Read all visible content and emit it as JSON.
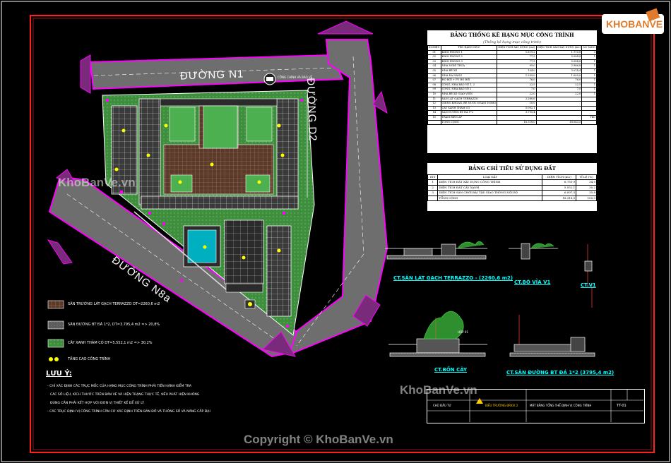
{
  "roads": {
    "n1": "ĐƯỜNG N1",
    "d2": "ĐƯỜNG D2",
    "n8a": "ĐƯỜNG N8a"
  },
  "logo": {
    "text": "KHOBANVE"
  },
  "watermarks": {
    "left": "KhoBanVe.vn",
    "bottom_right": "KhoBanVe.vn",
    "copyright": "Copyright © KhoBanVe.vn"
  },
  "table1": {
    "title": "BẢNG THỐNG KÊ HẠNG MỤC CÔNG TRÌNH",
    "subtitle": "(Thống kê hạng mục công trình)",
    "headers": [
      "KÍ HIỆU",
      "TÊN HẠNG MỤC",
      "DIỆN TÍCH XÂY DỰNG (m2)",
      "DIỆN TÍCH SÀN XÂY DỰNG (m2)",
      "SỐ TẦNG"
    ],
    "rows": [
      [
        "01",
        "KHỐI PHÒNG 1",
        "1.819,2",
        "1.710,8",
        "3"
      ],
      [
        "02",
        "KHỐI PHÒNG 2",
        "77,5",
        "5.084,8",
        "1"
      ],
      [
        "03",
        "KHỐI PHÒNG 3",
        "77,5",
        "5.084,8",
        "1"
      ],
      [
        "04",
        "NHÀ NGHỈ TRƯA",
        "99,0",
        "2.986,8",
        "1"
      ],
      [
        "05",
        "NHÀ BỂ XE",
        "104,0",
        "3.014,4",
        "1"
      ],
      [
        "06",
        "NHÀ ĐA NĂNG",
        "1.209,0",
        "1.009,0",
        "1"
      ],
      [
        "07",
        "HỒ BƠI + PV HỒ BƠI",
        "76,0",
        "76,0",
        "1"
      ],
      [
        "08",
        "CỔNG, NHÀ BẢO VỆ 1, 2",
        "22,5",
        "22,5",
        "1"
      ],
      [
        "09",
        "CỔNG, NHÀ BẢO VỆ 2",
        "7,0",
        "7,0",
        "1"
      ],
      [
        "10",
        "NHÀ BỂ XE GIÁO VIÊN",
        "22,0",
        "22,0",
        "1"
      ],
      [
        "11",
        "SÂN LÁT GẠCH TERRAZZO",
        "2.260,6",
        "",
        ""
      ],
      [
        "12",
        "GIẾNG KHOAN, BỂ NƯỚC NGẦM 100M3",
        "10,0",
        "",
        ""
      ],
      [
        "13",
        "CÂY XANH THẢM CỎ",
        "5.002,1",
        "",
        ""
      ],
      [
        "14",
        "SÂN ĐƯỜNG BT ĐÁ 1*2",
        "3.795,4",
        "",
        ""
      ],
      [
        "15",
        "TRẠM BIẾN ÁP",
        "",
        "",
        "TKC"
      ]
    ],
    "total": [
      "",
      "TỔNG CỘNG",
      "16.318,0",
      "18.043,5",
      ""
    ]
  },
  "table2": {
    "title": "BẢNG CHỈ TIÊU SỬ DỤNG ĐẤT",
    "headers": [
      "STT",
      "LOẠI ĐẤT",
      "DIỆN TÍCH (m2)",
      "TỈ LỆ (%)"
    ],
    "rows": [
      [
        "1",
        "DIỆN TÍCH ĐẤT XÂY DỰNG CÔNG TRÌNH",
        "6.750,9",
        "34,0"
      ],
      [
        "2",
        "DIỆN TÍCH ĐẤT CÂY XANH",
        "5.552,1",
        "30,2"
      ],
      [
        "3",
        "DIỆN TÍCH SÂN CHƠI BÃI TẬP, GIAO THÔNG NỘI BỘ",
        "6.097,5",
        "35,8"
      ]
    ],
    "total": [
      "",
      "TỔNG CỘNG",
      "18.318,0",
      "100,0"
    ]
  },
  "details": {
    "terrazzo": "CT.SÂN LÁT GẠCH TERRAZZO - (2260,6 m2)",
    "bo_via": "CT.BÓ VỈA V1",
    "v1": "CT.V1",
    "bon_cay": "CT.BỒN CÂY",
    "san_duong": "CT.SÂN ĐƯỜNG BT ĐÁ 1*2 (3795,4 m2)",
    "hop_01": "HỘP 01"
  },
  "legend": [
    {
      "symbol": "terrazzo",
      "text": "SÂN TRƯỜNG LÁT GẠCH TERRAZZO DT=2260,6 m2"
    },
    {
      "symbol": "concrete",
      "text": "SÂN ĐƯỜNG BT ĐÁ 1*2, DT=3.795,4 m2 => 20,8%"
    },
    {
      "symbol": "grass",
      "text": "CÂY XANH THẢM CỎ DT=5.552,1 m2 => 30,2%"
    },
    {
      "symbol": "tree",
      "text": "TẦNG CAO CÔNG TRÌNH"
    }
  ],
  "notes": {
    "heading": "LƯU Ý:",
    "lines": [
      "- CHỈ XÁC ĐỊNH CÁC TRỤC MỐC CỦA HẠNG MỤC CÔNG TRÌNH PHẢI TIẾN HÀNH KIỂM TRA",
      "CÁC SỐ LIỆU, KÍCH THƯỚC TRÊN BẢN VẼ VÀ HIỆN TRẠNG THỰC TẾ, NẾU PHÁT HIỆN KHÔNG",
      "ĐÚNG CẦN PHẢI KẾT HỢP VỚI ĐƠN VỊ THIẾT KẾ ĐỂ XỬ LÝ",
      "- CÁC TRỤC ĐỊNH VỊ CÔNG TRÌNH CĂN CỨ XÁC ĐỊNH TRÊN BẢN ĐỒ VÀ THÔNG SỐ VÀ NÀNG CẤP ĐẠI"
    ]
  },
  "plan_labels": {
    "gate": "CỔNG CHÍNH VÀ BẢO VỆ"
  },
  "title_block": {
    "owner": "CHỦ ĐẦU TƯ",
    "project": "BIỂU TRƯỜNG BRICK 2",
    "drawing": "MẶT BẰNG TỔNG THỂ ĐỊNH VỊ CÔNG TRÌNH",
    "code": "TT-01"
  },
  "colors": {
    "border": "#ff0000",
    "road_edge": "#ff00ff",
    "road_fill": "#7a7a7a",
    "grass": "#3e8e3e",
    "building": "#8a6a4a",
    "detail_label": "#00ffff"
  }
}
